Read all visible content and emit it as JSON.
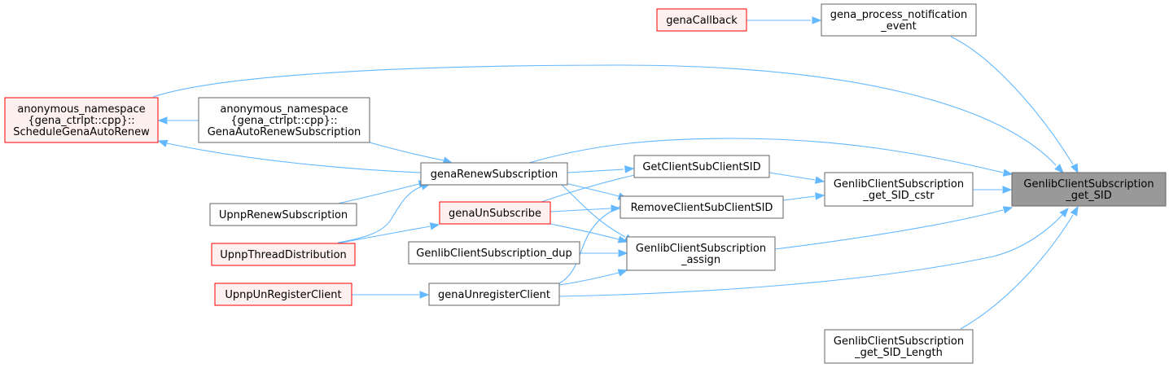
{
  "colors": {
    "edge": "#63b8ff",
    "root_fill": "#999999",
    "root_border": "#666666",
    "normal_fill": "#ffffff",
    "normal_border": "#666666",
    "truncated_fill": "#fff0f0",
    "truncated_border": "#ff0000"
  },
  "nodes": {
    "root": {
      "lines": [
        "GenlibClientSubscription",
        "_get_SID"
      ],
      "style": "root"
    },
    "process_notification": {
      "lines": [
        "gena_process_notification",
        "_event"
      ],
      "style": "normal"
    },
    "gena_callback": {
      "lines": [
        "genaCallback"
      ],
      "style": "truncated"
    },
    "schedule_auto_renew": {
      "lines": [
        "anonymous_namespace",
        "{gena_ctrlpt::cpp}::",
        "ScheduleGenaAutoRenew"
      ],
      "style": "truncated"
    },
    "auto_renew_subscription": {
      "lines": [
        "anonymous_namespace",
        "{gena_ctrlpt::cpp}::",
        "GenaAutoRenewSubscription"
      ],
      "style": "normal"
    },
    "gena_renew_subscription": {
      "lines": [
        "genaRenewSubscription"
      ],
      "style": "normal"
    },
    "get_client_sub_client_sid": {
      "lines": [
        "GetClientSubClientSID"
      ],
      "style": "normal"
    },
    "get_sid_cstr": {
      "lines": [
        "GenlibClientSubscription",
        "_get_SID_cstr"
      ],
      "style": "normal"
    },
    "remove_client_sub_client_sid": {
      "lines": [
        "RemoveClientSubClientSID"
      ],
      "style": "normal"
    },
    "upnp_renew_subscription": {
      "lines": [
        "UpnpRenewSubscription"
      ],
      "style": "normal"
    },
    "gena_unsubscribe": {
      "lines": [
        "genaUnSubscribe"
      ],
      "style": "truncated"
    },
    "subscription_assign": {
      "lines": [
        "GenlibClientSubscription",
        "_assign"
      ],
      "style": "normal"
    },
    "upnp_thread_distribution": {
      "lines": [
        "UpnpThreadDistribution"
      ],
      "style": "truncated"
    },
    "subscription_dup": {
      "lines": [
        "GenlibClientSubscription_dup"
      ],
      "style": "normal"
    },
    "upnp_unregister_client": {
      "lines": [
        "UpnpUnRegisterClient"
      ],
      "style": "truncated"
    },
    "gena_unregister_client": {
      "lines": [
        "genaUnregisterClient"
      ],
      "style": "normal"
    },
    "get_sid_length": {
      "lines": [
        "GenlibClientSubscription",
        "_get_SID_Length"
      ],
      "style": "normal"
    }
  }
}
